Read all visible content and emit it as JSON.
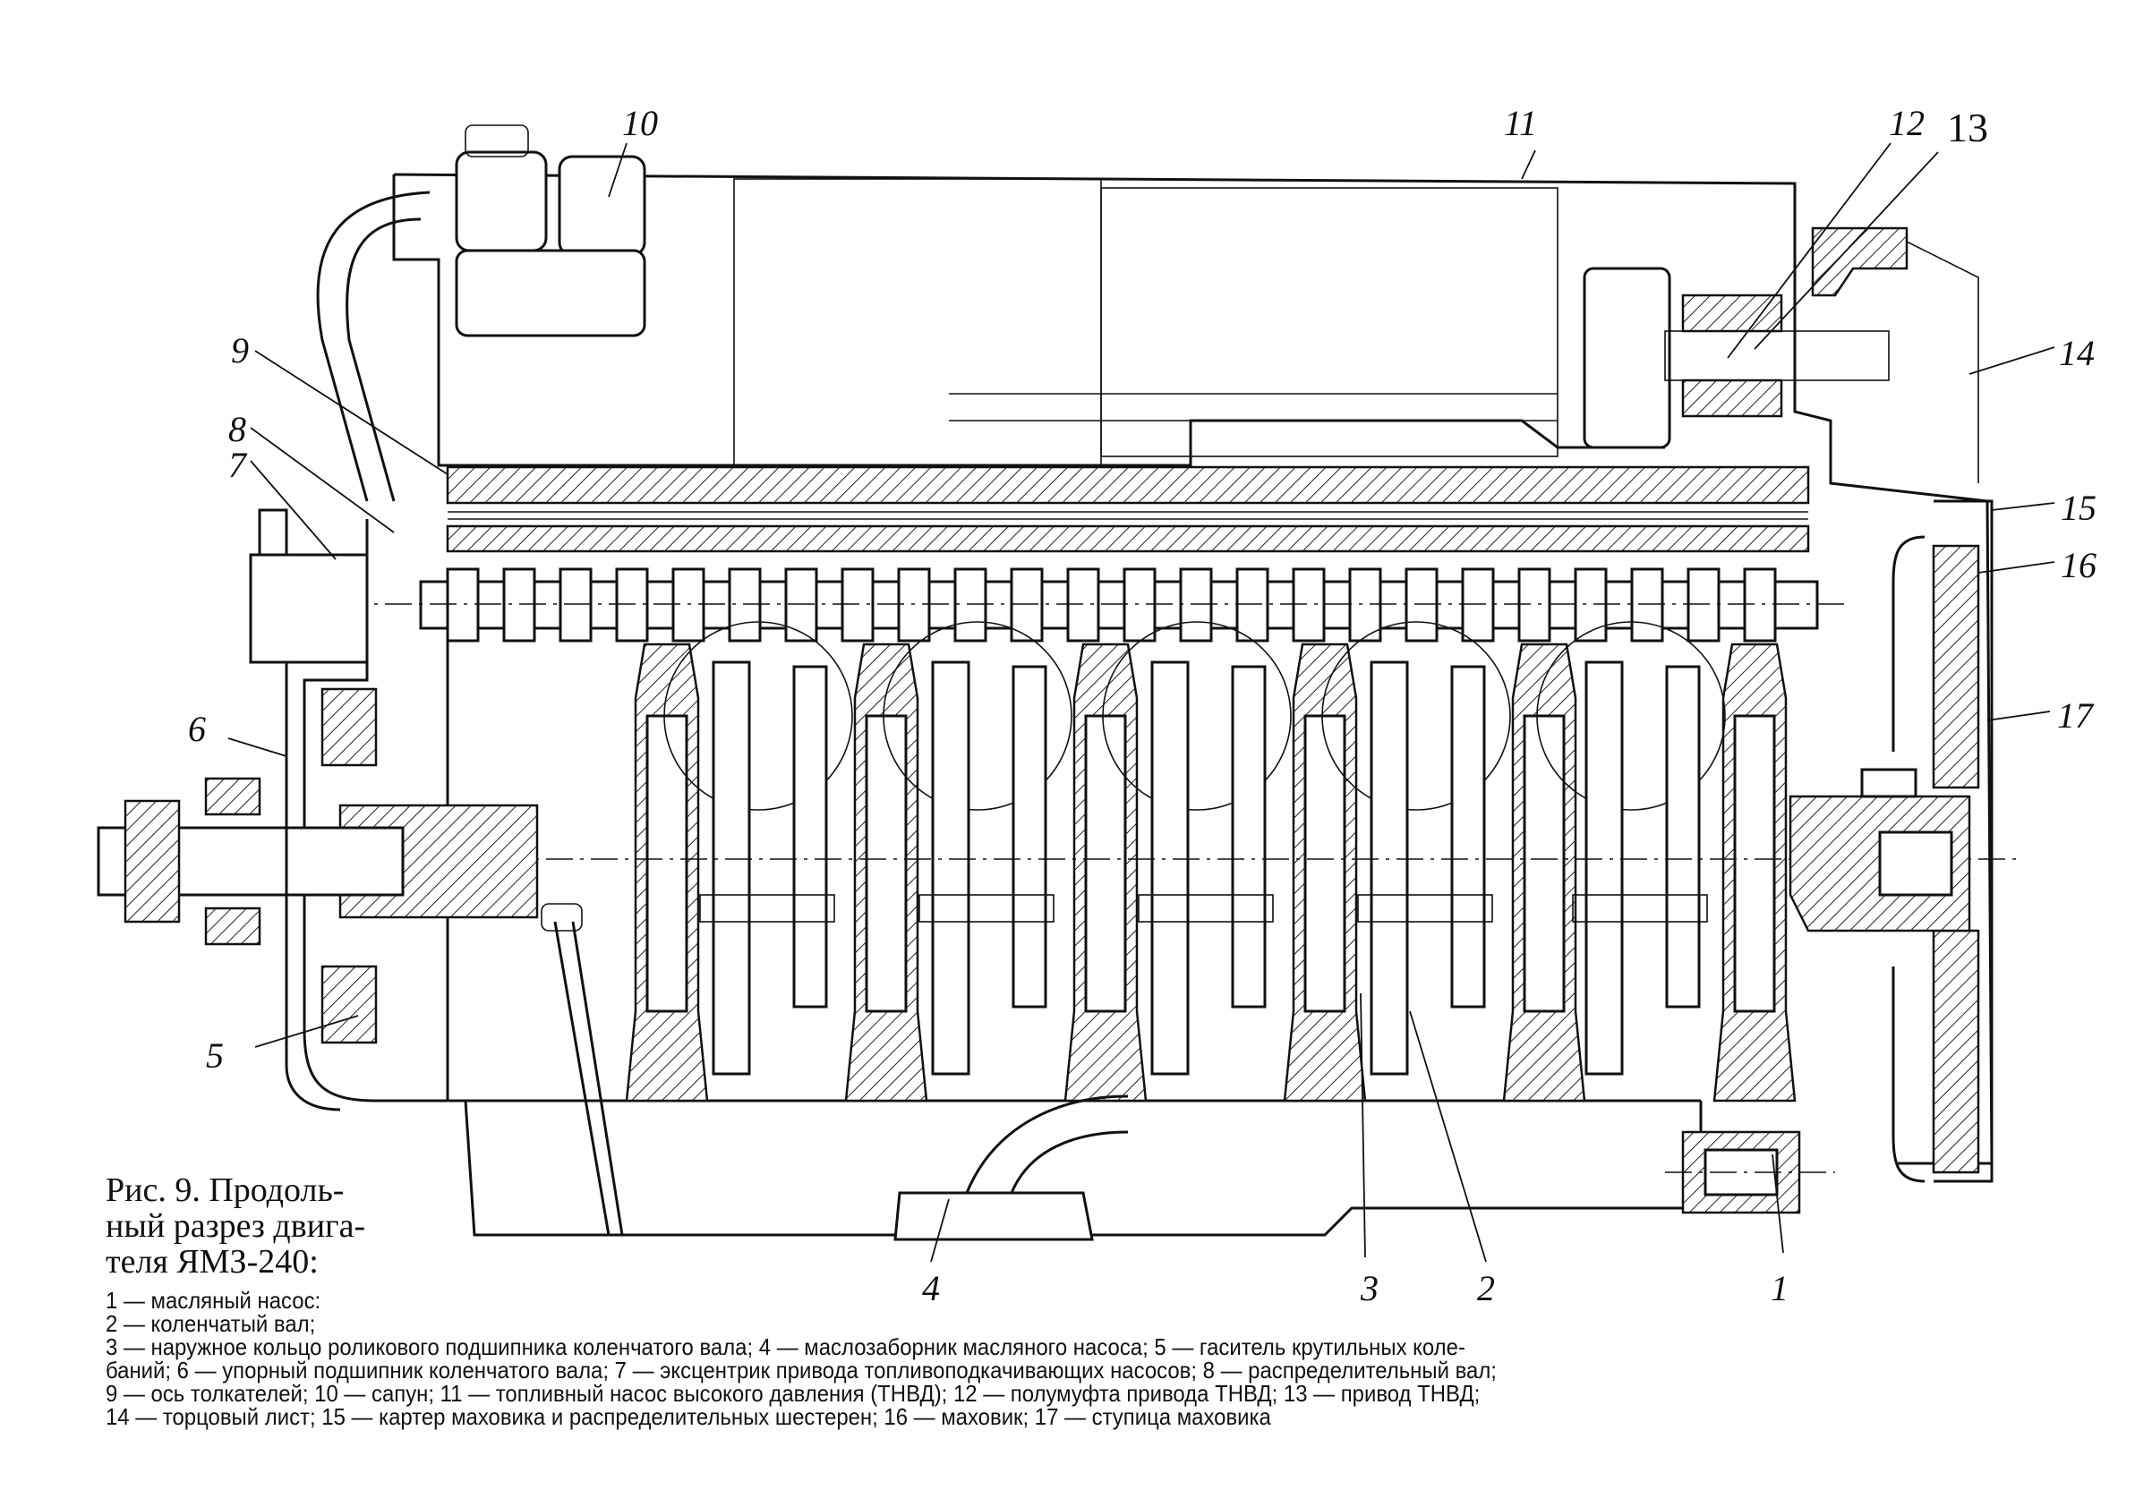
{
  "figure": {
    "number_label": "Рис. 9.",
    "title_lines": [
      "Рис.   9. Продоль-",
      "ный  разрез  двига-",
      "теля  ЯМЗ-240:"
    ],
    "engine_model": "ЯМЗ-240"
  },
  "callouts": [
    {
      "id": "1",
      "text": "1"
    },
    {
      "id": "2",
      "text": "2"
    },
    {
      "id": "3",
      "text": "3"
    },
    {
      "id": "4",
      "text": "4"
    },
    {
      "id": "5",
      "text": "5"
    },
    {
      "id": "6",
      "text": "6"
    },
    {
      "id": "7",
      "text": "7"
    },
    {
      "id": "8",
      "text": "8"
    },
    {
      "id": "9",
      "text": "9"
    },
    {
      "id": "10",
      "text": "10"
    },
    {
      "id": "11",
      "text": "11"
    },
    {
      "id": "12",
      "text": "12"
    },
    {
      "id": "13",
      "text": "13"
    },
    {
      "id": "14",
      "text": "14"
    },
    {
      "id": "15",
      "text": "15"
    },
    {
      "id": "16",
      "text": "16"
    },
    {
      "id": "17",
      "text": "17"
    }
  ],
  "legend": [
    {
      "num": "1",
      "text": "— масляный  насос:"
    },
    {
      "num": "2",
      "text": "— коленчатый  вал;"
    },
    {
      "num": "3",
      "text": "— наружное кольцо  роликового  подшипника  коленчатого вала;"
    },
    {
      "num": "4",
      "text": "— маслозаборник  масляного  насоса;"
    },
    {
      "num": "5",
      "text": "— гаситель  крутильных  коле-баний;"
    },
    {
      "num": "6",
      "text": "— упорный  подшипник  коленчатого  вала;"
    },
    {
      "num": "7",
      "text": "— эксцентрик привода  топливоподкачивающих  насосов;"
    },
    {
      "num": "8",
      "text": "— распределительный  вал;"
    },
    {
      "num": "9",
      "text": "— ось  толкателей;"
    },
    {
      "num": "10",
      "text": "— сапун;"
    },
    {
      "num": "11",
      "text": "— топливный  насос высокого давления (ТНВД);"
    },
    {
      "num": "12",
      "text": "— полумуфта привода ТНВД;"
    },
    {
      "num": "13",
      "text": "— привод  ТНВД;"
    },
    {
      "num": "14",
      "text": "— торцовый лист;"
    },
    {
      "num": "15",
      "text": "— картер  маховика  и  распределительных  шестерен;"
    },
    {
      "num": "16",
      "text": "— маховик;"
    },
    {
      "num": "17",
      "text": "— ступица  маховика"
    }
  ],
  "legend_rows": [
    "1 — масляный  насос:",
    "2 — коленчатый  вал;",
    "3 — наружное кольцо  роликового  подшипника  коленчатого вала; 4 — маслозаборник  масляного  насоса;  5 — гаситель  крутильных  коле-",
    "баний;  6 — упорный  подшипник  коленчатого  вала;  7 — эксцентрик привода  топливоподкачивающих  насосов; 8 — распределительный  вал;",
    "9 — ось  толкателей;  10 — сапун;  11 — топливный  насос высокого давления (ТНВД);  12 — полумуфта привода ТНВД;  13 — привод  ТНВД;",
    "14 — торцовый лист;  15 — картер  маховика  и  распределительных  шестерен;  16 — маховик;  17 — ступица  маховика"
  ]
}
